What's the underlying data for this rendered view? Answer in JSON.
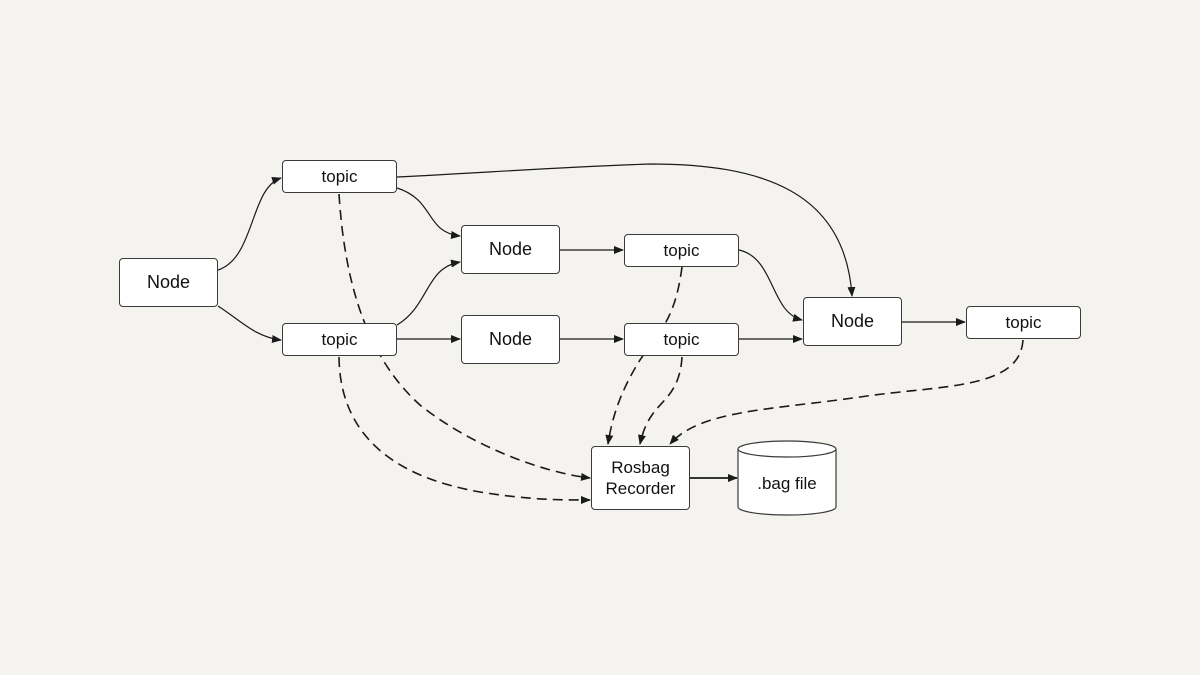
{
  "nodes": {
    "source": "Node",
    "middle_top": "Node",
    "middle_bottom": "Node",
    "right": "Node"
  },
  "topics": {
    "top_left": "topic",
    "bottom_left": "topic",
    "middle_top": "topic",
    "middle_bottom": "topic",
    "right": "topic"
  },
  "recorder": {
    "line1": "Rosbag",
    "line2": "Recorder"
  },
  "storage": {
    "label": ".bag file"
  }
}
